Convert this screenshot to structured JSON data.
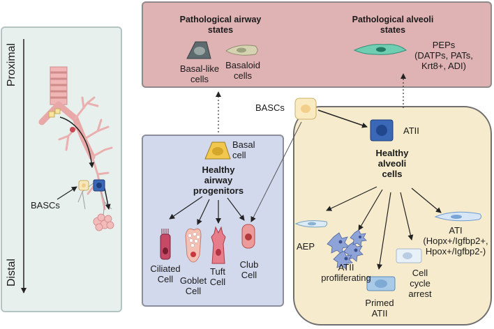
{
  "left_panel": {
    "proximal": "Proximal",
    "distal": "Distal",
    "bascs": "BASCs"
  },
  "pathological_airway": {
    "title_line1": "Pathological airway",
    "title_line2": "states",
    "basal_like_line1": "Basal-like",
    "basal_like_line2": "cells",
    "basaloid_line1": "Basaloid",
    "basaloid_line2": "cells"
  },
  "pathological_alveoli": {
    "title_line1": "Pathological alveoli",
    "title_line2": "states",
    "peps_line1": "PEPs",
    "peps_line2": "(DATPs, PATs,",
    "peps_line3": "Krt8+, ADI)"
  },
  "bascs_label": "BASCs",
  "airway": {
    "basal_line1": "Basal",
    "basal_line2": "cell",
    "healthy_line1": "Healthy",
    "healthy_line2": "airway",
    "healthy_line3": "progenitors",
    "ciliated_line1": "Ciliated",
    "ciliated_line2": "Cell",
    "goblet_line1": "Goblet",
    "goblet_line2": "Cell",
    "tuft_line1": "Tuft",
    "tuft_line2": "Cell",
    "club_line1": "Club",
    "club_line2": "Cell"
  },
  "alveoli": {
    "atii": "ATII",
    "healthy_line1": "Healthy",
    "healthy_line2": "alveoli",
    "healthy_line3": "cells",
    "aep": "AEP",
    "prolif_line1": "ATII",
    "prolif_line2": "profliferating",
    "primed_line1": "Primed",
    "primed_line2": "ATII",
    "arrest_line1": "Cell",
    "arrest_line2": "cycle",
    "arrest_line3": "arrest",
    "ati_line1": "ATI",
    "ati_line2": "(Hopx+/Igfbp2+,",
    "ati_line3": "Hpox+/Igfbp2-)"
  }
}
